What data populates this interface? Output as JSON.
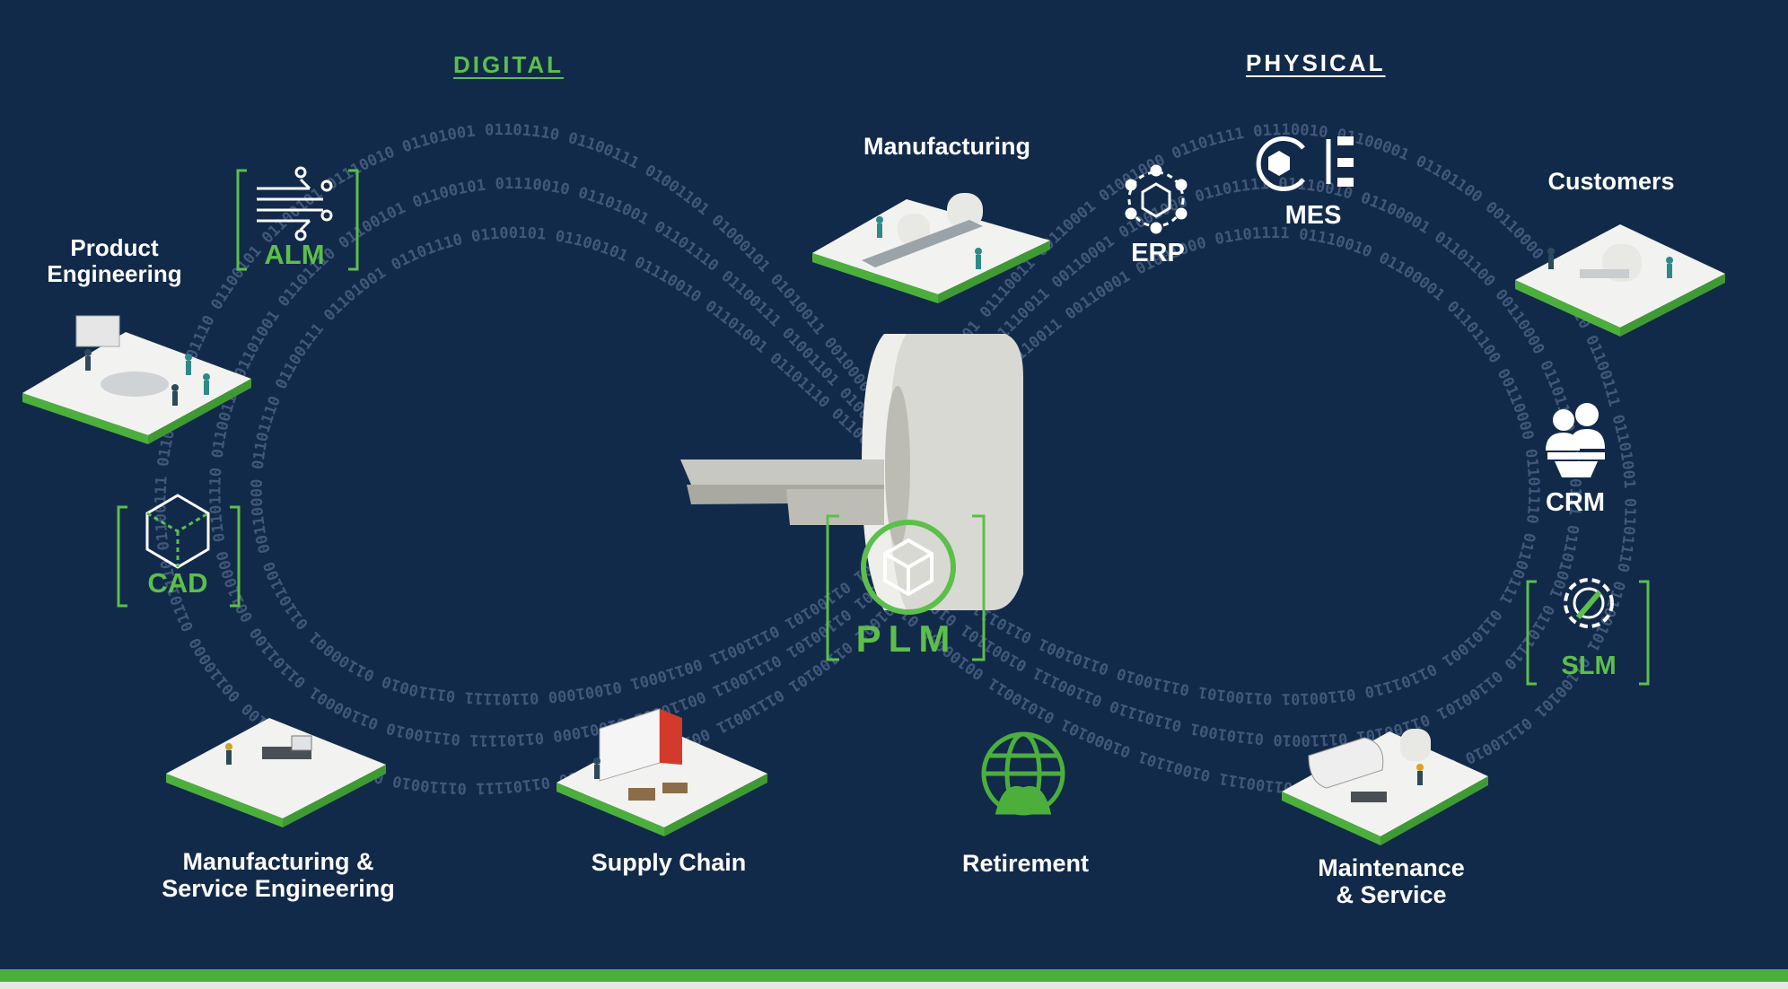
{
  "headers": {
    "left": "DIGITAL",
    "right": "PHYSICAL"
  },
  "center": {
    "label": "PLM"
  },
  "systems": {
    "alm": "ALM",
    "cad": "CAD",
    "erp": "ERP",
    "mes": "MES",
    "crm": "CRM",
    "slm": "SLM"
  },
  "stages": {
    "product_engineering": "Product\nEngineering",
    "manufacturing": "Manufacturing",
    "customers": "Customers",
    "mfg_service_engineering": "Manufacturing &\nService  Engineering",
    "supply_chain": "Supply Chain",
    "retirement": "Retirement",
    "maintenance_service": "Maintenance\n& Service"
  },
  "binary_text": "01101001 01100101 01110011 00110001 01001000 01101111 01110010 01100001 01101100 00110000 01101110 01100111 01101001 01101110 01100101 01100101 01110010 01101001 01101110 01100111 01001101 01000101 01010011 00100000 01010000 01001100 01001101 00101100 01000001 01001100 01001101 01000011 01000001 01000100 01100101 01110010 01110000 ",
  "colors": {
    "background": "#122a4a",
    "accent_green": "#5cbf4a",
    "platform_edge": "#3f9a34",
    "text": "#ffffff"
  }
}
